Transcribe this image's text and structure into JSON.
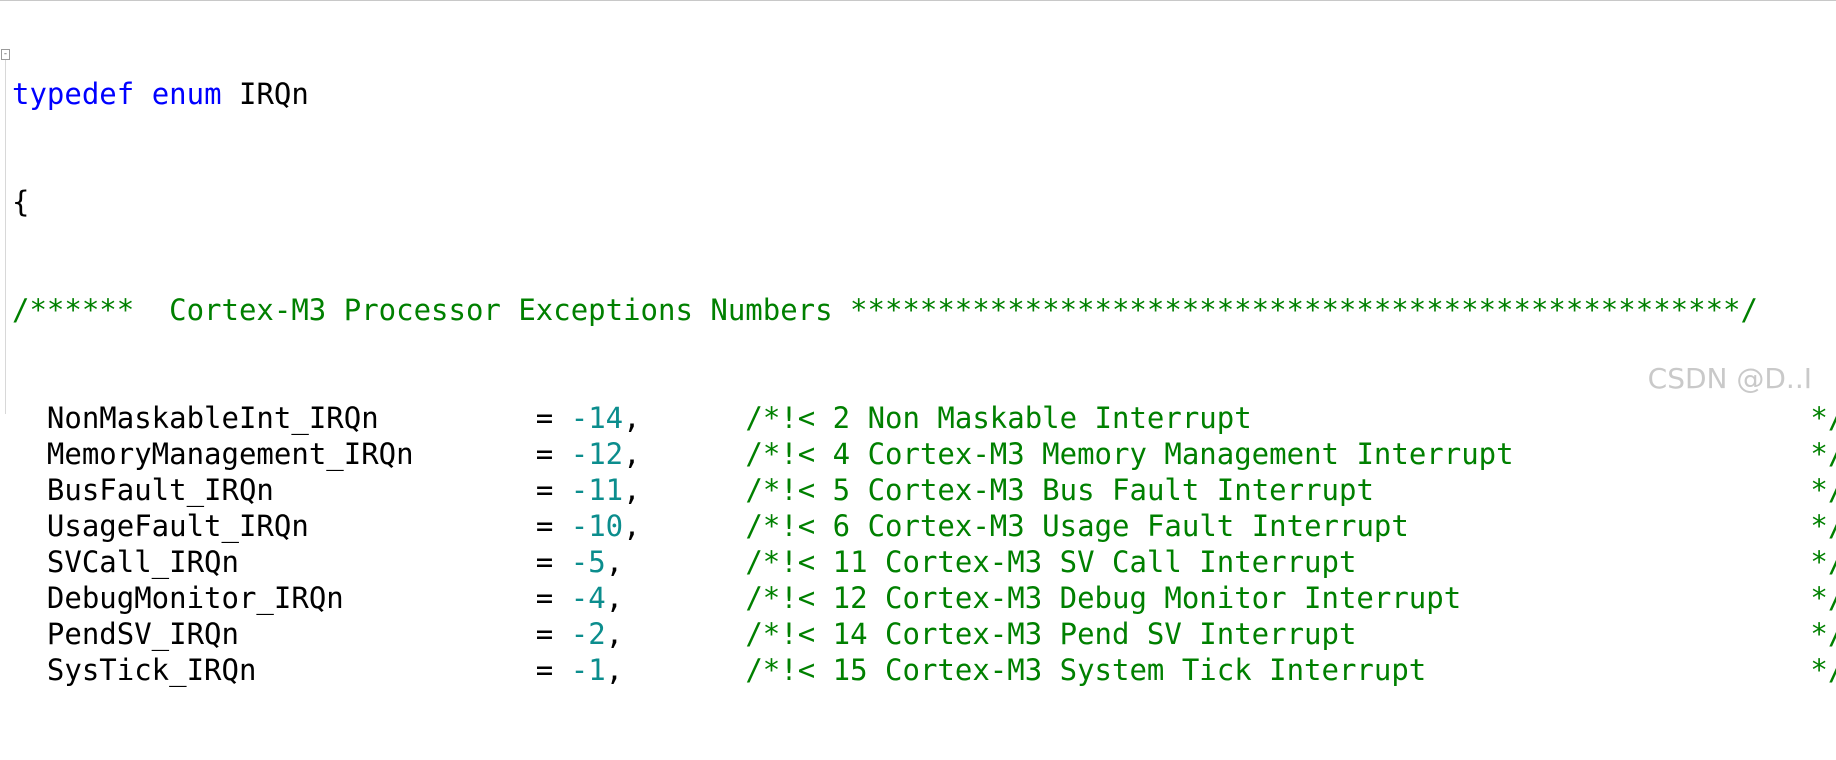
{
  "code": {
    "header": {
      "kw_typedef": "typedef",
      "kw_enum": "enum",
      "type_name": "IRQn"
    },
    "open_brace": "{",
    "section_comment": "/******  Cortex-M3 Processor Exceptions Numbers ***************************************************/",
    "entries": [
      {
        "name": "NonMaskableInt_IRQn",
        "eq": "=",
        "value": "-14",
        "comma": ",",
        "comment": "/*!< 2 Non Maskable Interrupt",
        "comment_end": "*/"
      },
      {
        "name": "MemoryManagement_IRQn",
        "eq": "=",
        "value": "-12",
        "comma": ",",
        "comment": "/*!< 4 Cortex-M3 Memory Management Interrupt",
        "comment_end": "*/"
      },
      {
        "name": "BusFault_IRQn",
        "eq": "=",
        "value": "-11",
        "comma": ",",
        "comment": "/*!< 5 Cortex-M3 Bus Fault Interrupt",
        "comment_end": "*/"
      },
      {
        "name": "UsageFault_IRQn",
        "eq": "=",
        "value": "-10",
        "comma": ",",
        "comment": "/*!< 6 Cortex-M3 Usage Fault Interrupt",
        "comment_end": "*/"
      },
      {
        "name": "SVCall_IRQn",
        "eq": "=",
        "value": "-5",
        "comma": ",",
        "comment": "/*!< 11 Cortex-M3 SV Call Interrupt",
        "comment_end": "*/"
      },
      {
        "name": "DebugMonitor_IRQn",
        "eq": "=",
        "value": "-4",
        "comma": ",",
        "comment": "/*!< 12 Cortex-M3 Debug Monitor Interrupt",
        "comment_end": "*/"
      },
      {
        "name": "PendSV_IRQn",
        "eq": "=",
        "value": "-2",
        "comma": ",",
        "comment": "/*!< 14 Cortex-M3 Pend SV Interrupt",
        "comment_end": "*/"
      },
      {
        "name": "SysTick_IRQn",
        "eq": "=",
        "value": "-1",
        "comma": ",",
        "comment": "/*!< 15 Cortex-M3 System Tick Interrupt",
        "comment_end": "*/"
      }
    ]
  },
  "gutter": {
    "fold_symbol": "-"
  },
  "watermark": "CSDN @D..I",
  "colors": {
    "keyword": "#0000ff",
    "number": "#0b8d8d",
    "comment": "#008000",
    "text": "#000000",
    "watermark": "#c9c9c9"
  }
}
